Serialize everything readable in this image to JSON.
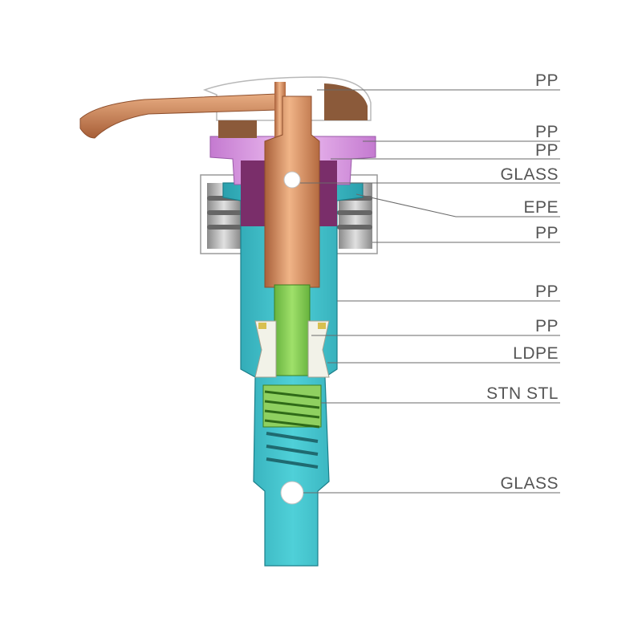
{
  "callouts": [
    {
      "id": "actuator",
      "text": "PP"
    },
    {
      "id": "closure",
      "text": "PP"
    },
    {
      "id": "collar",
      "text": "PP"
    },
    {
      "id": "upper-ball",
      "text": "GLASS"
    },
    {
      "id": "liner",
      "text": "EPE"
    },
    {
      "id": "cap",
      "text": "PP"
    },
    {
      "id": "housing",
      "text": "PP"
    },
    {
      "id": "piston-stem",
      "text": "PP"
    },
    {
      "id": "piston-seal",
      "text": "LDPE"
    },
    {
      "id": "spring",
      "text": "STN STL"
    },
    {
      "id": "lower-ball",
      "text": "GLASS"
    }
  ],
  "colors": {
    "nozzle": "#c98a5c",
    "closure": "#d89be0",
    "collar": "#7a2e6a",
    "cap": "#a8a8a8",
    "housing": "#3fbcc6",
    "piston": "#6fc23a",
    "seal": "#f2f2e8",
    "spring": "#5a9a3a",
    "label": "#555555"
  }
}
